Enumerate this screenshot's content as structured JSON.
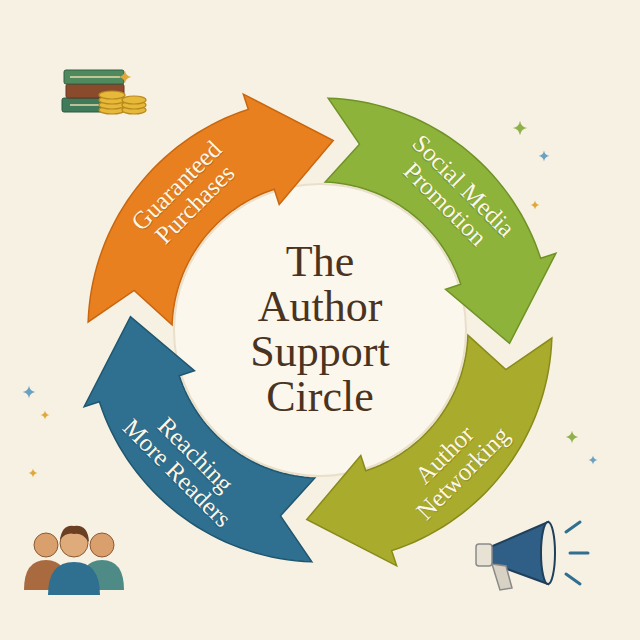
{
  "diagram": {
    "title": "The Author Support Circle",
    "nodes": [
      {
        "text": [
          "Guaranteed Purchases"
        ]
      },
      {
        "text": [
          "Social Media Promotion"
        ]
      },
      {
        "text": [
          "Author Networking"
        ]
      },
      {
        "text": [
          "Reaching More Readers"
        ]
      }
    ]
  }
}
